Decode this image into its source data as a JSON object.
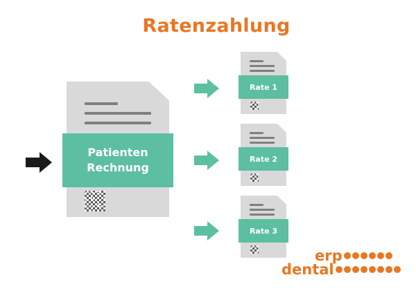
{
  "title": "Ratenzahlung",
  "colors": {
    "orange": "#e87722",
    "green": "#5bbfa0",
    "doc_gray": "#d9d9d9",
    "line_gray": "#7f7f7f",
    "black": "#1a1a1a"
  },
  "main_document": {
    "label_line1": "Patienten",
    "label_line2": "Rechnung"
  },
  "installments": [
    {
      "label": "Rate 1"
    },
    {
      "label": "Rate 2"
    },
    {
      "label": "Rate 3"
    }
  ],
  "logo": {
    "word1": "erp",
    "word2": "dental",
    "word1_dots": 6,
    "word2_dots": 8
  }
}
